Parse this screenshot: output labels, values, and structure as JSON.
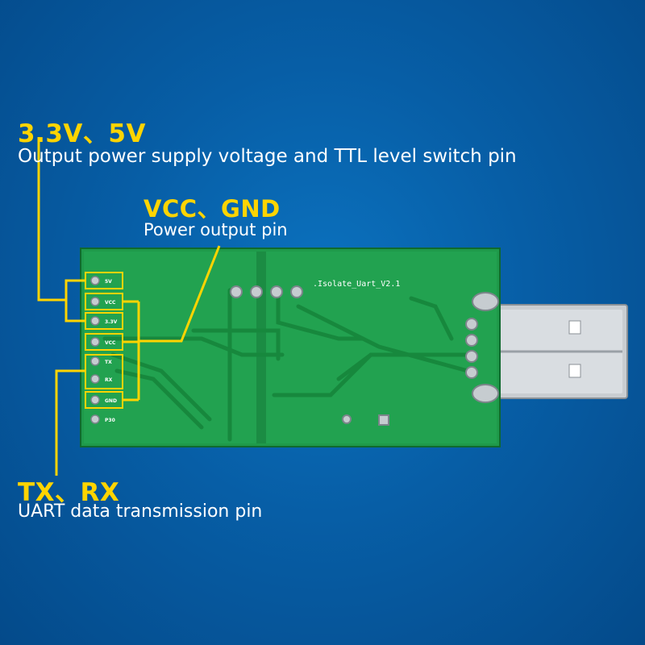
{
  "annotations": {
    "voltage": {
      "title": "3.3V、5V",
      "subtitle": "Output power supply voltage and TTL level switch pin"
    },
    "power": {
      "title": "VCC、GND",
      "subtitle": "Power output pin"
    },
    "uart": {
      "title": "TX、RX",
      "subtitle": "UART data transmission pin"
    }
  },
  "board": {
    "silkscreen": ".Isolate_Uart_V2.1",
    "pins": [
      "5V",
      "VCC",
      "3.3V",
      "VCC",
      "TX",
      "RX",
      "GND",
      "P30"
    ]
  },
  "colors": {
    "background": "#075ea6",
    "accent": "#ffd400",
    "pcb": "#1f9a4a"
  }
}
